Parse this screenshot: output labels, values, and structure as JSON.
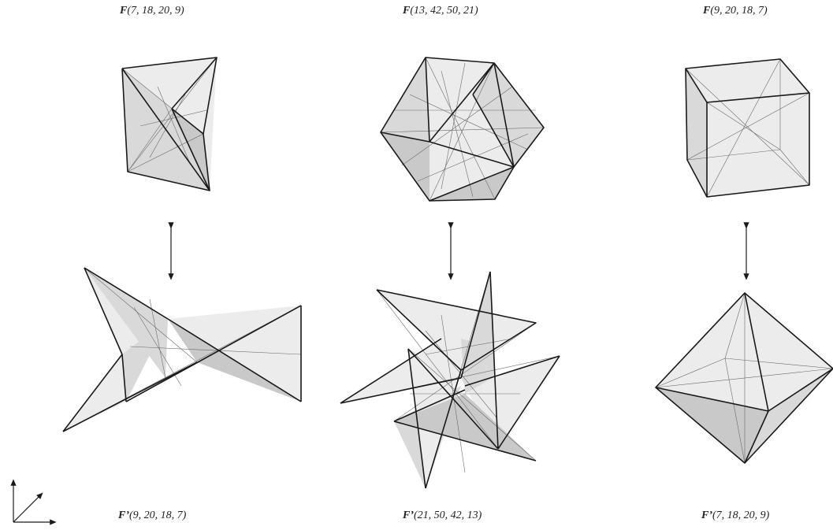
{
  "diagram": {
    "top_row": [
      {
        "label": "F(7, 18, 20, 9)",
        "polytope": "tetrahedron-like"
      },
      {
        "label": "F(13, 42, 50, 21)",
        "polytope": "icosahedron-like"
      },
      {
        "label": "F(9, 20, 18, 7)",
        "polytope": "cube"
      }
    ],
    "bottom_row": [
      {
        "label": "F’(9, 20, 18, 7)",
        "polytope": "star-like"
      },
      {
        "label": "F’(21, 50, 42, 13)",
        "polytope": "compound-star"
      },
      {
        "label": "F’(7, 18, 20, 9)",
        "polytope": "octahedron"
      }
    ],
    "connector_icon": "double-arrow-icon",
    "axes_icon": "coordinate-axes-icon"
  }
}
